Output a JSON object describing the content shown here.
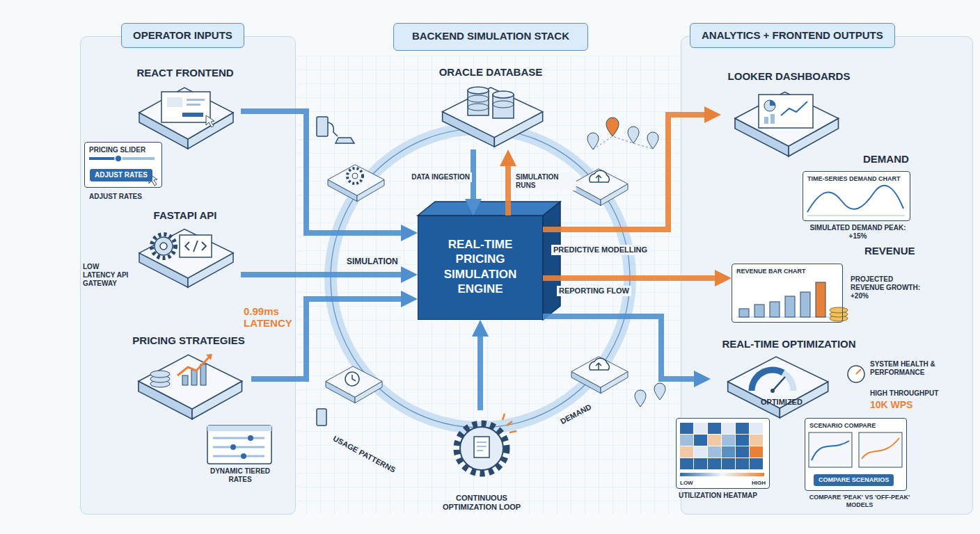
{
  "diagram": {
    "nodes": [
      {
        "text": [
          "OPERATOR INPUTS"
        ]
      },
      {
        "text": [
          "REACT FRONTEND"
        ],
        "in": 0
      },
      {
        "text": [
          "PRICING SLIDER",
          "ADJUST RATES"
        ],
        "in": 0
      },
      {
        "text": [
          "FASTAPI API"
        ],
        "in": 0
      },
      {
        "text": [
          "PRICING STRATEGIES"
        ],
        "in": 0
      },
      {
        "text": [
          "BACKEND SIMULATION STACK"
        ]
      },
      {
        "text": [
          "ORACLE DATABASE"
        ]
      },
      {
        "text": [
          "REAL-TIME PRICING SIMULATION ENGINE"
        ]
      },
      {
        "text": [
          "CONTINUOUS OPTIMIZATION LOOP"
        ]
      },
      {
        "text": [
          "ANALYTICS + FRONTEND OUTPUTS"
        ]
      },
      {
        "text": [
          "LOOKER DASHBOARDS"
        ],
        "in": 9
      },
      {
        "text": [
          "TIME-SERIES DEMAND CHART"
        ],
        "in": 9
      },
      {
        "text": [
          "REVENUE BAR CHART"
        ],
        "in": 9
      },
      {
        "text": [
          "REAL-TIME OPTIMIZATION",
          "OPTIMIZED"
        ],
        "in": 9
      },
      {
        "text": [
          "LOW",
          "HIGH"
        ],
        "in": 9
      },
      {
        "text": [
          "SCENARIO COMPARE",
          "COMPARE SCENARIOS"
        ],
        "in": 9
      }
    ],
    "edges": [
      {
        "from": 1,
        "to": 7,
        "arrow": "to"
      },
      {
        "from": 3,
        "to": 7,
        "arrow": "to"
      },
      {
        "from": 4,
        "to": 7,
        "arrow": "to"
      },
      {
        "from": 6,
        "to": 7,
        "arrow": "to"
      },
      {
        "from": 7,
        "to": 6,
        "arrow": "to"
      },
      {
        "from": 7,
        "to": 10,
        "arrow": "to"
      },
      {
        "from": 7,
        "to": 12,
        "arrow": "to"
      },
      {
        "from": 7,
        "to": 13,
        "arrow": "to"
      },
      {
        "from": 8,
        "to": 7,
        "arrow": "to"
      }
    ],
    "labels": [
      "ADJUST RATES",
      "LOW LATENCY API GATEWAY",
      "0.99ms LATENCY",
      "DYNAMIC TIERED RATES",
      "DATA INGESTION",
      "SIMULATION RUNS",
      "SIMULATION",
      "PREDICTIVE MODELLING",
      "REPORTING FLOW",
      "USAGE PATTERNS",
      "DEMAND",
      "DEMAND",
      "SIMULATED DEMAND PEAK: +15%",
      "REVENUE",
      "PROJECTED REVENUE GROWTH: +20%",
      "SYSTEM HEALTH & PERFORMANCE",
      "HIGH THROUGHPUT",
      "10K WPS",
      "UTILIZATION HEATMAP",
      "COMPARE 'PEAK' VS 'OFF-PEAK' MODELS"
    ]
  }
}
